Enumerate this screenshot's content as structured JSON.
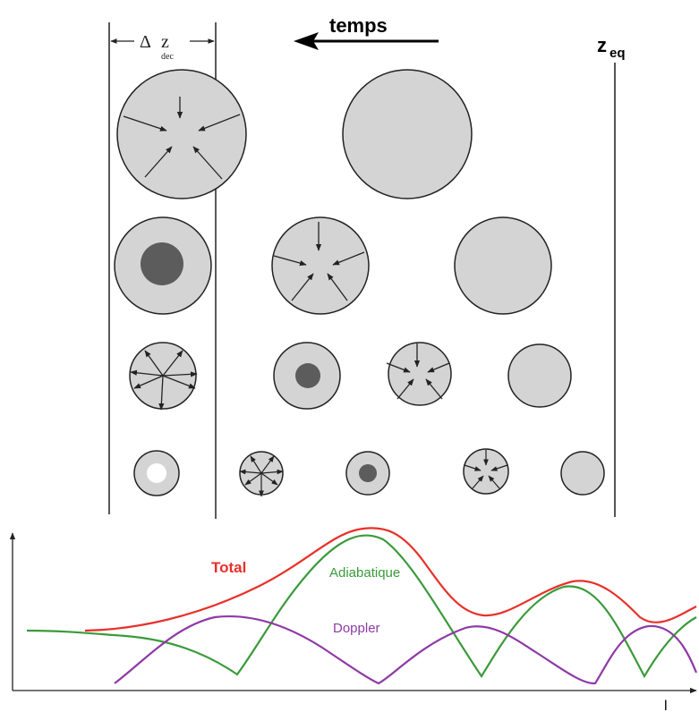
{
  "header": {
    "time_label": "temps",
    "zeq_main": "z",
    "zeq_sub": "eq",
    "delta_symbol": "Δ",
    "delta_var": "z",
    "delta_sub": "dec"
  },
  "axis": {
    "x_label": "l"
  },
  "chart_data": {
    "type": "line",
    "series": [
      {
        "name": "Total",
        "color": "#e8302a"
      },
      {
        "name": "Adiabatique",
        "color": "#3a9a3a"
      },
      {
        "name": "Doppler",
        "color": "#8e3aa5"
      }
    ]
  },
  "colors": {
    "circle_fill": "#d4d4d4",
    "core_fill": "#5c5c5c",
    "stroke": "#222222"
  }
}
